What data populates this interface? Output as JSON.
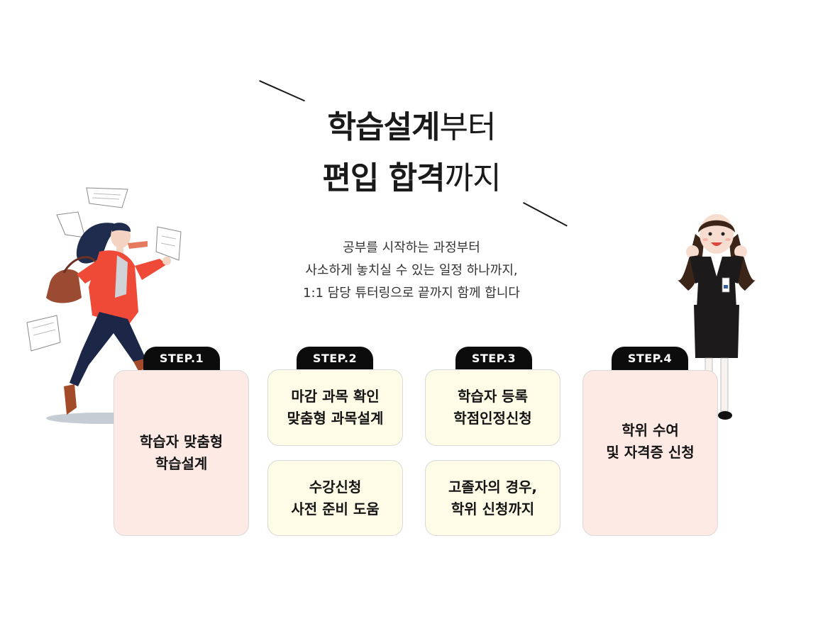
{
  "title": {
    "line1_strong": "학습설계",
    "line1_light": "부터",
    "line2_strong": "편입 합격",
    "line2_light": "까지"
  },
  "subtitle": [
    "공부를 시작하는 과정부터",
    "사소하게 놓치실 수 있는 일정 하나까지,",
    "1:1 담당 튜터링으로 끝까지 함께 합니다"
  ],
  "steps": [
    {
      "tab": "STEP.1",
      "cards": [
        {
          "lines": [
            "학습자 맞춤형",
            "학습설계"
          ],
          "color": "#fdeae5"
        }
      ]
    },
    {
      "tab": "STEP.2",
      "cards": [
        {
          "lines": [
            "마감 과목 확인",
            "맞춤형 과목설계"
          ],
          "color": "#fefce6"
        },
        {
          "lines": [
            "수강신청",
            "사전 준비 도움"
          ],
          "color": "#fefce6"
        }
      ]
    },
    {
      "tab": "STEP.3",
      "cards": [
        {
          "lines": [
            "학습자 등록",
            "학점인정신청"
          ],
          "color": "#fefce6"
        },
        {
          "lines": [
            "고졸자의 경우,",
            "학위 신청까지"
          ],
          "color": "#fefce6"
        }
      ]
    },
    {
      "tab": "STEP.4",
      "cards": [
        {
          "lines": [
            "학위 수여",
            "및 자격증 신청"
          ],
          "color": "#fdeae5"
        }
      ]
    }
  ],
  "illustrations": {
    "left": "running-woman-with-papers",
    "right": "cheering-woman-in-suit"
  },
  "colors": {
    "tab_bg": "#0c0c0c",
    "card_pink": "#fdeae5",
    "card_cream": "#fefce6",
    "jacket_red": "#ef4a37"
  }
}
